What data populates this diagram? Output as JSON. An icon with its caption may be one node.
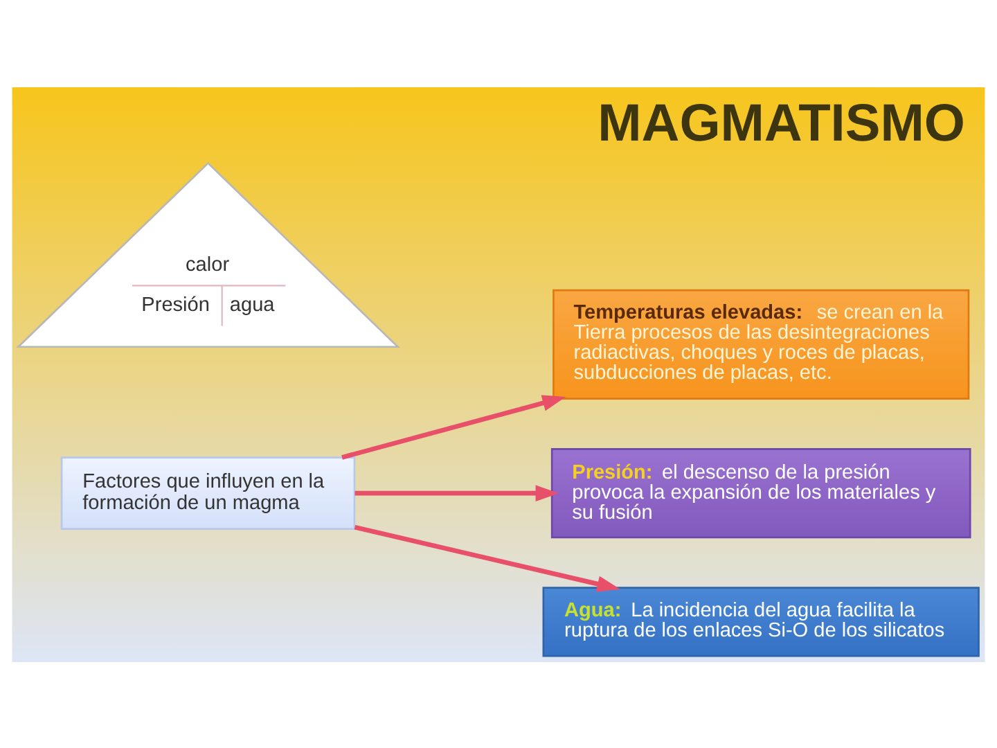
{
  "diagram": {
    "title": "MAGMATISMO",
    "nodes": [
      {
        "text": [
          "calor",
          "Presión",
          "agua"
        ]
      },
      {
        "text": [
          "**Temperaturas elevadas:** se crean en la Tierra procesos de las desintegraciones radiactivas, choques y roces de placas, subducciones de placas, etc."
        ]
      },
      {
        "text": [
          "Factores que influyen en la formación de un magma"
        ]
      },
      {
        "text": [
          "**Presión:** el descenso de la presión provoca la expansión de los materiales y su fusión"
        ]
      },
      {
        "text": [
          "**Agua:** La incidencia del agua facilita la ruptura de los enlaces Si-O de los silicatos"
        ]
      }
    ],
    "edges": [
      {
        "from": 2,
        "to": 1,
        "arrow": "to"
      },
      {
        "from": 2,
        "to": 3,
        "arrow": "to"
      },
      {
        "from": 2,
        "to": 4,
        "arrow": "to"
      }
    ]
  }
}
